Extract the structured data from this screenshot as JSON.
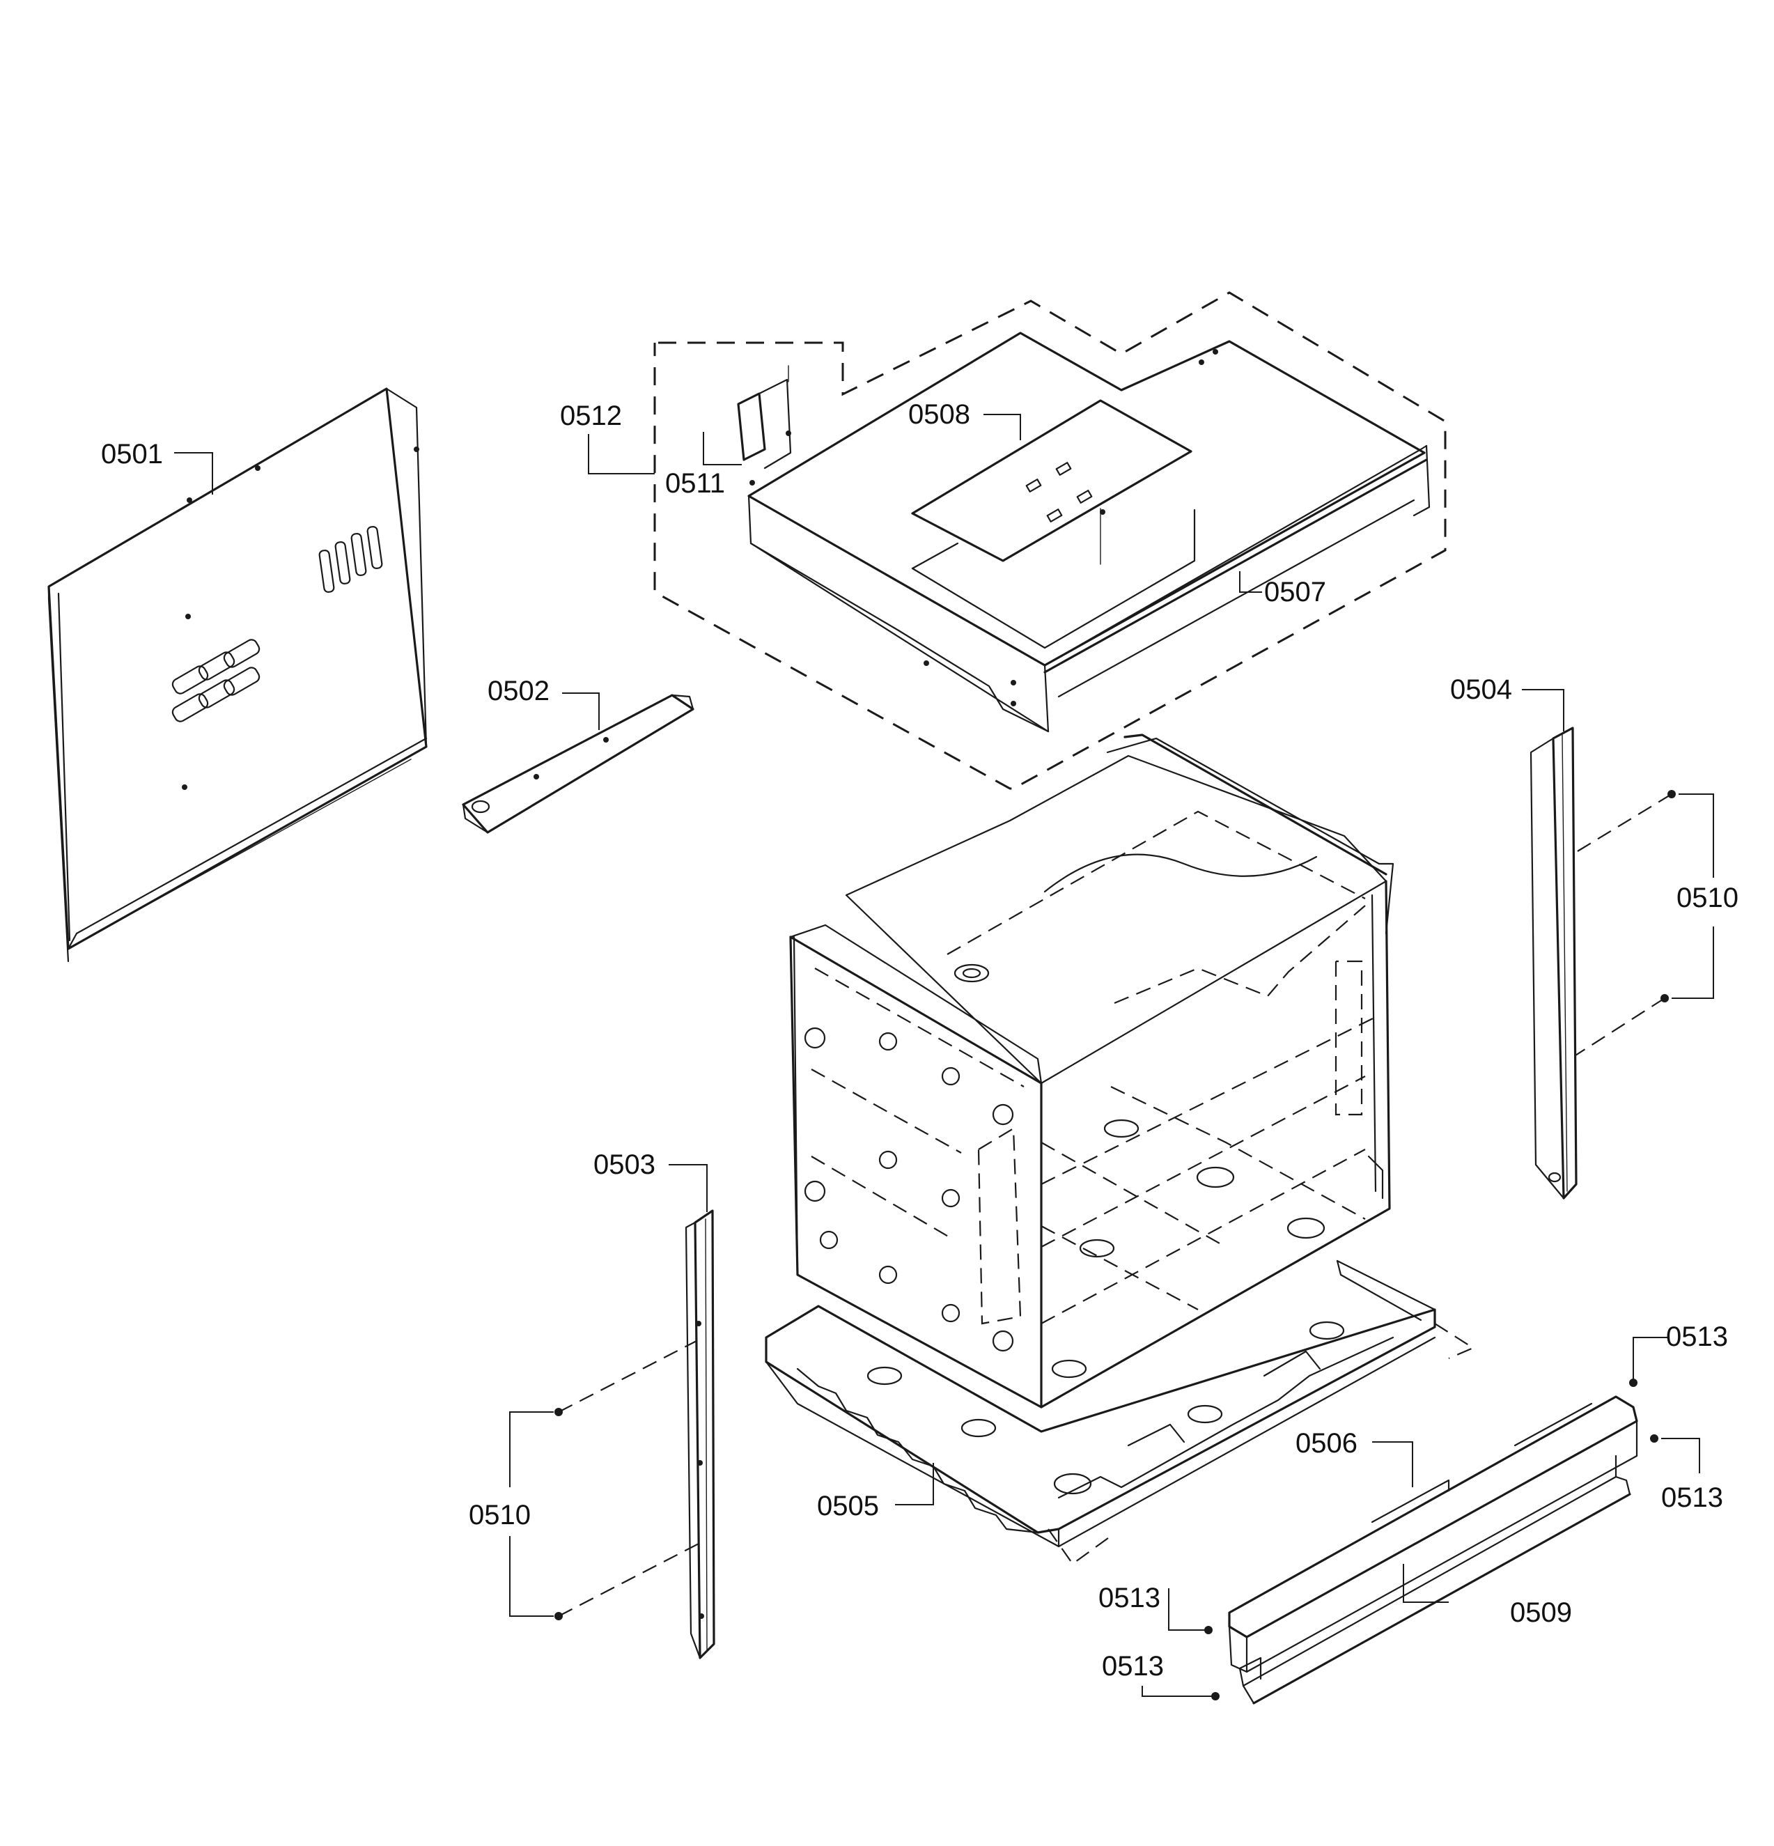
{
  "callouts": {
    "p0501": "0501",
    "p0502": "0502",
    "p0503": "0503",
    "p0504": "0504",
    "p0505": "0505",
    "p0506": "0506",
    "p0507": "0507",
    "p0508": "0508",
    "p0509": "0509",
    "p0510_right": "0510",
    "p0510_left": "0510",
    "p0511": "0511",
    "p0512": "0512",
    "p0513_a": "0513",
    "p0513_b": "0513",
    "p0513_c": "0513",
    "p0513_d": "0513"
  },
  "colors": {
    "line": "#1a1a1a",
    "background": "#ffffff"
  }
}
